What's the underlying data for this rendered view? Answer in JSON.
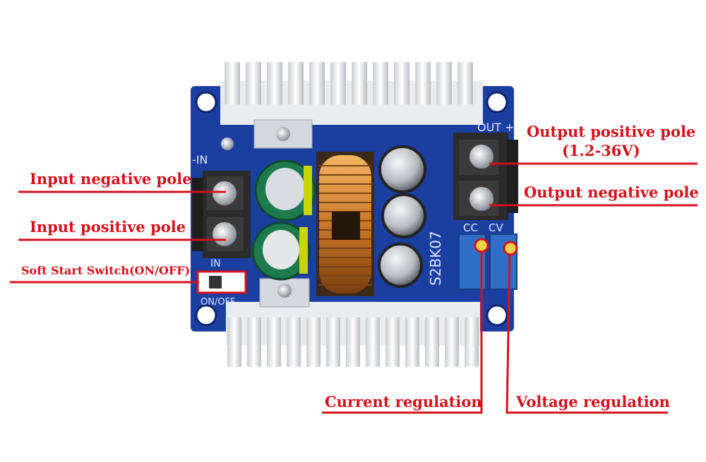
{
  "board": {
    "model": "S2BK07",
    "silk_out": "OUT +",
    "silk_in_neg": "-IN",
    "silk_in_pos": "IN",
    "silk_onoff": "ON/OFF",
    "silk_cc": "CC",
    "silk_cv": "CV",
    "colors": {
      "pcb": "#1b3fa0",
      "heatsink": "#e6e9ec",
      "annotation": "#d6111c"
    }
  },
  "labels": {
    "output_positive": "Output positive pole",
    "output_positive_range": "(1.2-36V)",
    "output_negative": "Output negative pole",
    "input_negative": "Input negative pole",
    "input_positive": "Input positive pole",
    "soft_start": "Soft Start Switch(ON/OFF)",
    "current_regulation": "Current regulation",
    "voltage_regulation": "Voltage regulation"
  }
}
